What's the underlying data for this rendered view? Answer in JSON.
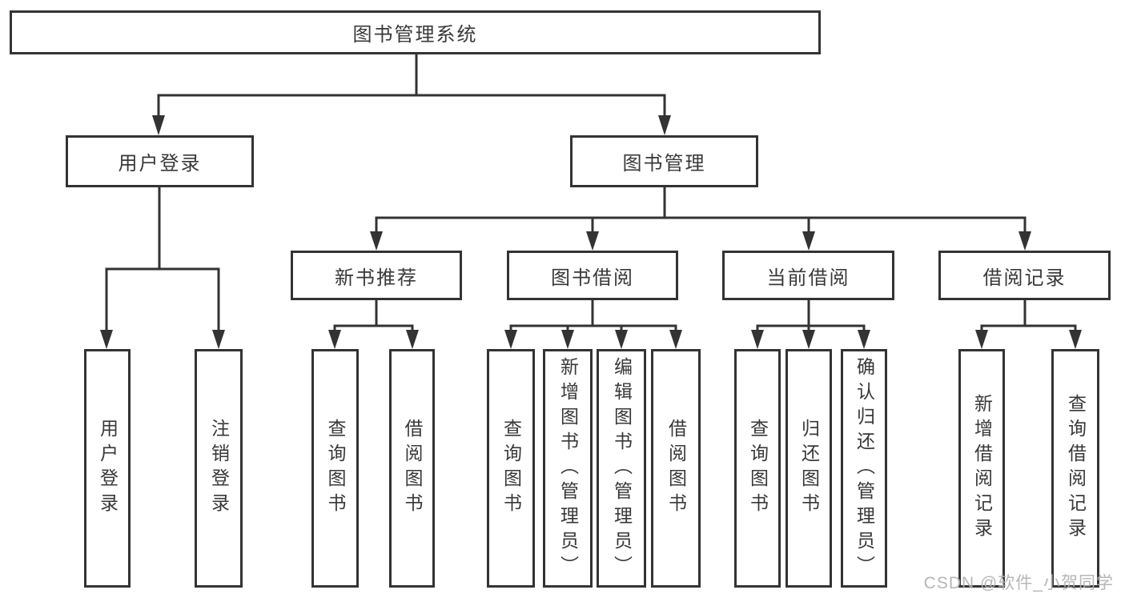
{
  "diagram": {
    "root": {
      "label": "图书管理系统"
    },
    "branches": [
      {
        "label": "用户登录",
        "children": [
          {
            "label": "用户登录"
          },
          {
            "label": "注销登录"
          }
        ]
      },
      {
        "label": "图书管理",
        "children": [
          {
            "label": "新书推荐",
            "children": [
              {
                "label": "查询图书"
              },
              {
                "label": "借阅图书"
              }
            ]
          },
          {
            "label": "图书借阅",
            "children": [
              {
                "label": "查询图书"
              },
              {
                "label": "新增图书（管理员）"
              },
              {
                "label": "编辑图书（管理员）"
              },
              {
                "label": "借阅图书"
              }
            ]
          },
          {
            "label": "当前借阅",
            "children": [
              {
                "label": "查询图书"
              },
              {
                "label": "归还图书"
              },
              {
                "label": "确认归还（管理员）"
              }
            ]
          },
          {
            "label": "借阅记录",
            "children": [
              {
                "label": "新增借阅记录"
              },
              {
                "label": "查询借阅记录"
              }
            ]
          }
        ]
      }
    ]
  },
  "watermark": {
    "text": "CSDN @软件_小贺同学"
  },
  "colors": {
    "line": "#333333",
    "text": "#383838",
    "box_background": "#ffffff",
    "watermark": "#b2b2b2"
  }
}
